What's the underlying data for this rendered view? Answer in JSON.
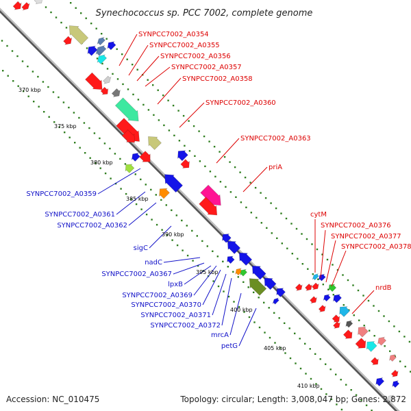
{
  "title": "Synechococcus sp. PCC 7002, complete genome",
  "accession": "Accession: NC_010475",
  "summary": "Topology: circular; Length: 3,008,047 bp; Genes: 2,872",
  "colors": {
    "backbone": "#8a8a8a",
    "tick": "#2e7d1e",
    "forward_label": "#dd0000",
    "reverse_label": "#1010c8"
  },
  "kbp_labels": [
    "370 kbp",
    "375 kbp",
    "380 kbp",
    "385 kbp",
    "390 kbp",
    "395 kbp",
    "400 kbp",
    "405 kbp",
    "410 kbp"
  ],
  "forward_labels": [
    "SYNPCC7002_A0354",
    "SYNPCC7002_A0355",
    "SYNPCC7002_A0356",
    "SYNPCC7002_A0357",
    "SYNPCC7002_A0358",
    "SYNPCC7002_A0360",
    "SYNPCC7002_A0363",
    "priA",
    "cytM",
    "SYNPCC7002_A0376",
    "SYNPCC7002_A0377",
    "SYNPCC7002_A0378",
    "nrdB"
  ],
  "reverse_labels": [
    "SYNPCC7002_A0359",
    "SYNPCC7002_A0361",
    "SYNPCC7002_A0362",
    "sigC",
    "nadC",
    "SYNPCC7002_A0367",
    "lpxB",
    "SYNPCC7002_A0369",
    "SYNPCC7002_A0370",
    "SYNPCC7002_A0371",
    "SYNPCC7002_A0372",
    "mrcA",
    "petG"
  ]
}
